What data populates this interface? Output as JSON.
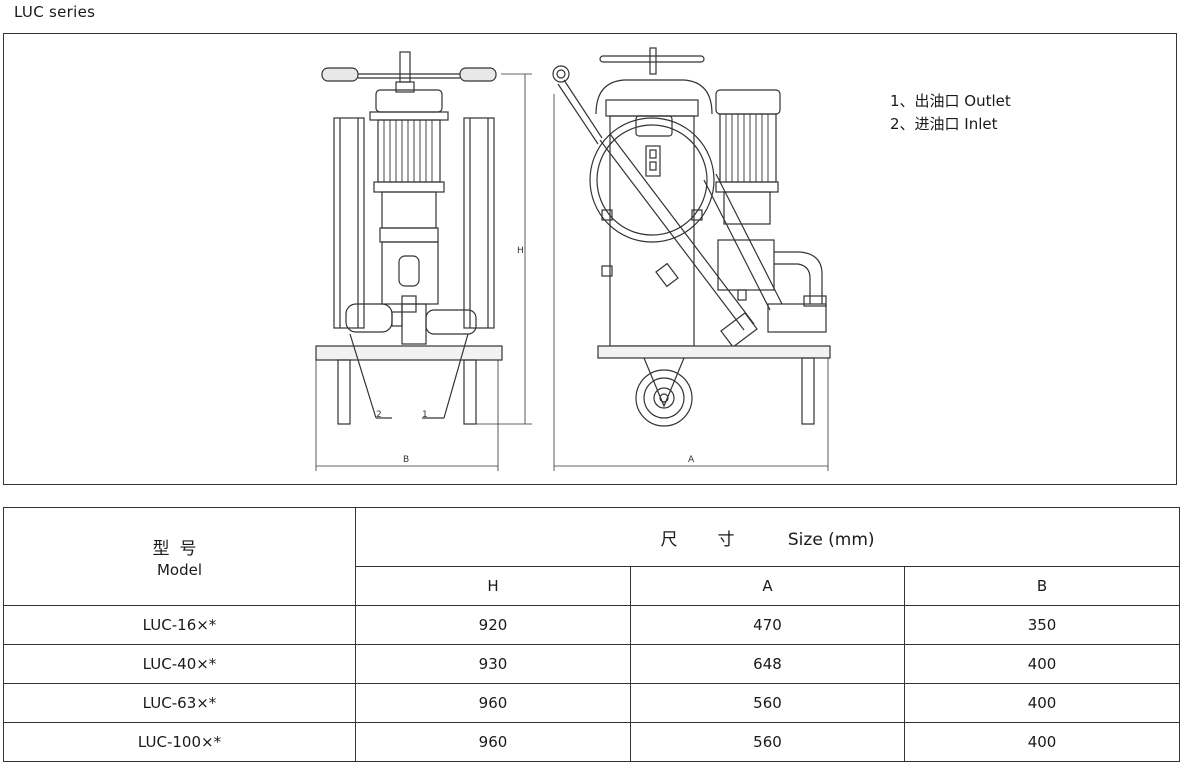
{
  "series_title": "LUC   series",
  "legend": [
    "1、出油口  Outlet",
    "2、进油口  Inlet"
  ],
  "drawing_labels": {
    "h": "H",
    "b": "B",
    "a": "A",
    "port_1": "1",
    "port_2": "2"
  },
  "table": {
    "model_header_zh": "型号",
    "model_header_en": "Model",
    "size_header_zh": "尺寸",
    "size_header_en": "Size (mm)",
    "columns": [
      "H",
      "A",
      "B"
    ],
    "rows": [
      {
        "model": "LUC-16×*",
        "h": "920",
        "a": "470",
        "b": "350"
      },
      {
        "model": "LUC-40×*",
        "h": "930",
        "a": "648",
        "b": "400"
      },
      {
        "model": "LUC-63×*",
        "h": "960",
        "a": "560",
        "b": "400"
      },
      {
        "model": "LUC-100×*",
        "h": "960",
        "a": "560",
        "b": "400"
      }
    ]
  }
}
